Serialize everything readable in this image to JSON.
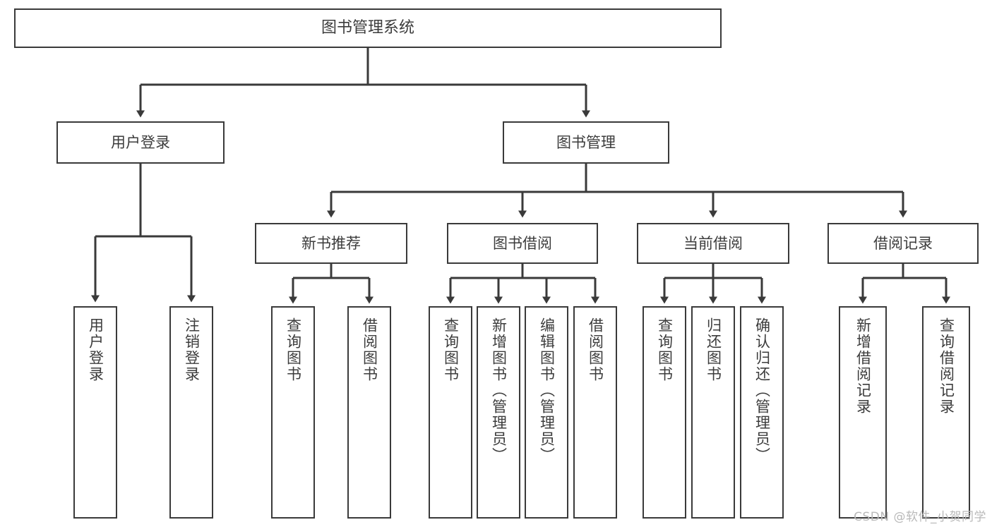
{
  "diagram": {
    "title": "图书管理系统",
    "root": {
      "label": "图书管理系统"
    },
    "branches": [
      {
        "label": "用户登录"
      },
      {
        "label": "图书管理"
      },
      {
        "label": "新书推荐"
      },
      {
        "label": "图书借阅"
      },
      {
        "label": "当前借阅"
      },
      {
        "label": "借阅记录"
      }
    ],
    "leaves": [
      {
        "label": "用户登录"
      },
      {
        "label": "注销登录"
      },
      {
        "label": "查询图书"
      },
      {
        "label": "借阅图书"
      },
      {
        "label": "查询图书"
      },
      {
        "label": "新增图书（管理员）"
      },
      {
        "label": "编辑图书（管理员）"
      },
      {
        "label": "借阅图书"
      },
      {
        "label": "查询图书"
      },
      {
        "label": "归还图书"
      },
      {
        "label": "确认归还（管理员）"
      },
      {
        "label": "新增借阅记录"
      },
      {
        "label": "查询借阅记录"
      }
    ]
  },
  "watermark": {
    "text": "CSDN @软件_小贺同学"
  },
  "colors": {
    "stroke": "#3a3a3a",
    "text": "#3c3c3c",
    "background": "#ffffff",
    "watermark": "#b9b9b9"
  }
}
